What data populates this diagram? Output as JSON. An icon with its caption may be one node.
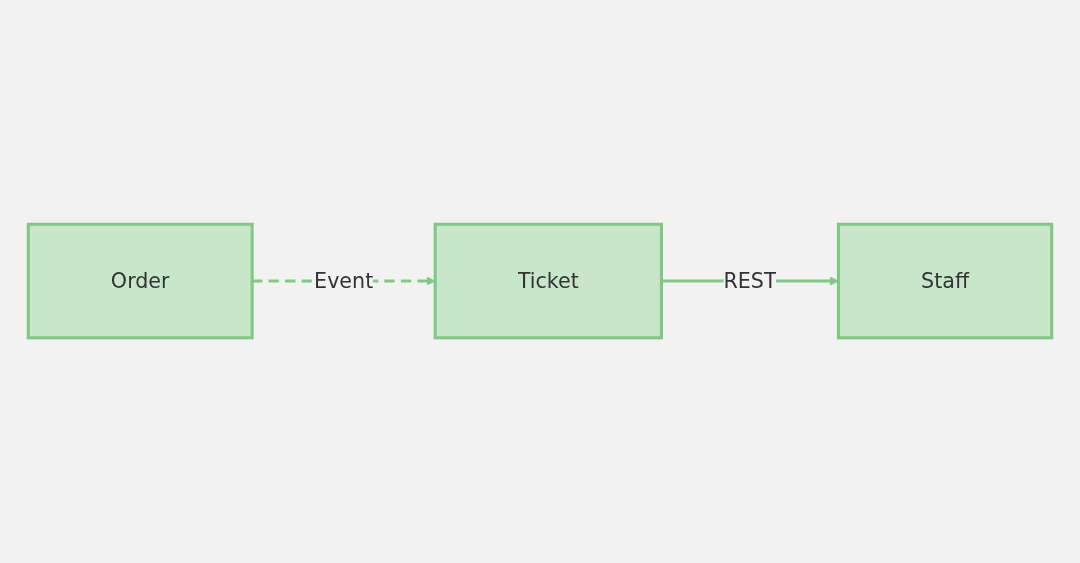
{
  "diagram": {
    "nodes": [
      {
        "text": [
          "Ticket"
        ]
      },
      {
        "text": [
          "Staff"
        ]
      },
      {
        "text": [
          "Order"
        ]
      }
    ],
    "edges": [
      {
        "from": 0,
        "to": 1,
        "arrow": "to",
        "label": "REST"
      },
      {
        "from": 2,
        "to": 0,
        "arrow": "to",
        "label": "Event",
        "style": "dashed"
      }
    ]
  }
}
